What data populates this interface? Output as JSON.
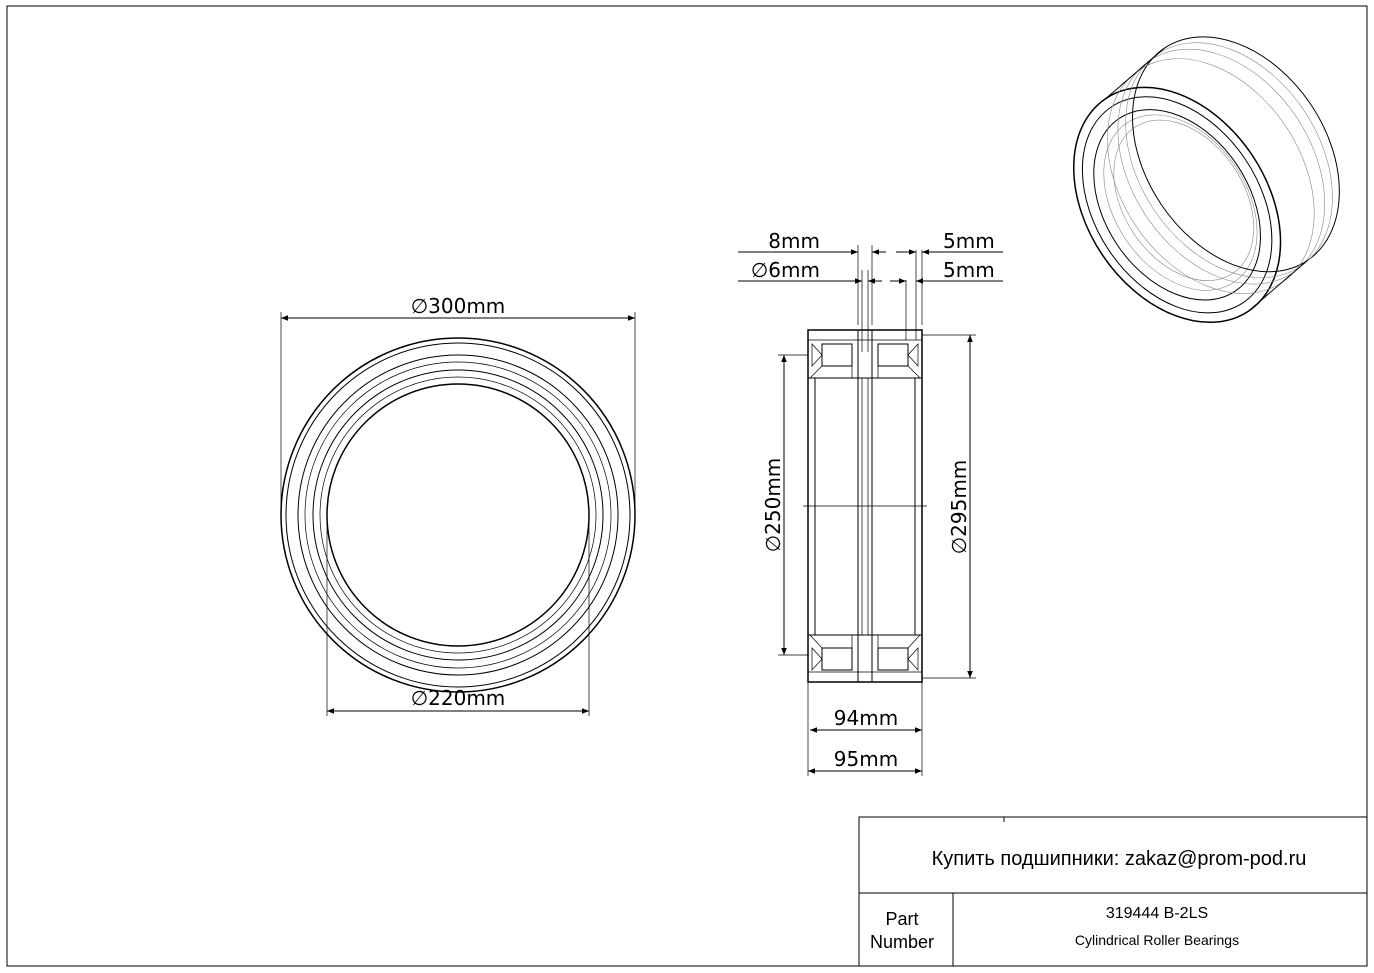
{
  "front_view": {
    "outer_diameter": "∅300mm",
    "inner_diameter": "∅220mm"
  },
  "section_view": {
    "dim_top_left_1": "8mm",
    "dim_top_left_2": "∅6mm",
    "dim_top_right_1": "5mm",
    "dim_top_right_2": "5mm",
    "dim_left_vertical": "∅250mm",
    "dim_right_vertical": "∅295mm",
    "dim_bottom_1": "94mm",
    "dim_bottom_2": "95mm"
  },
  "title_block": {
    "buy_text": "Купить подшипники: zakaz@prom-pod.ru",
    "part_label_line1": "Part",
    "part_label_line2": "Number",
    "part_number": "319444 B-2LS",
    "part_type": "Cylindrical Roller Bearings"
  }
}
